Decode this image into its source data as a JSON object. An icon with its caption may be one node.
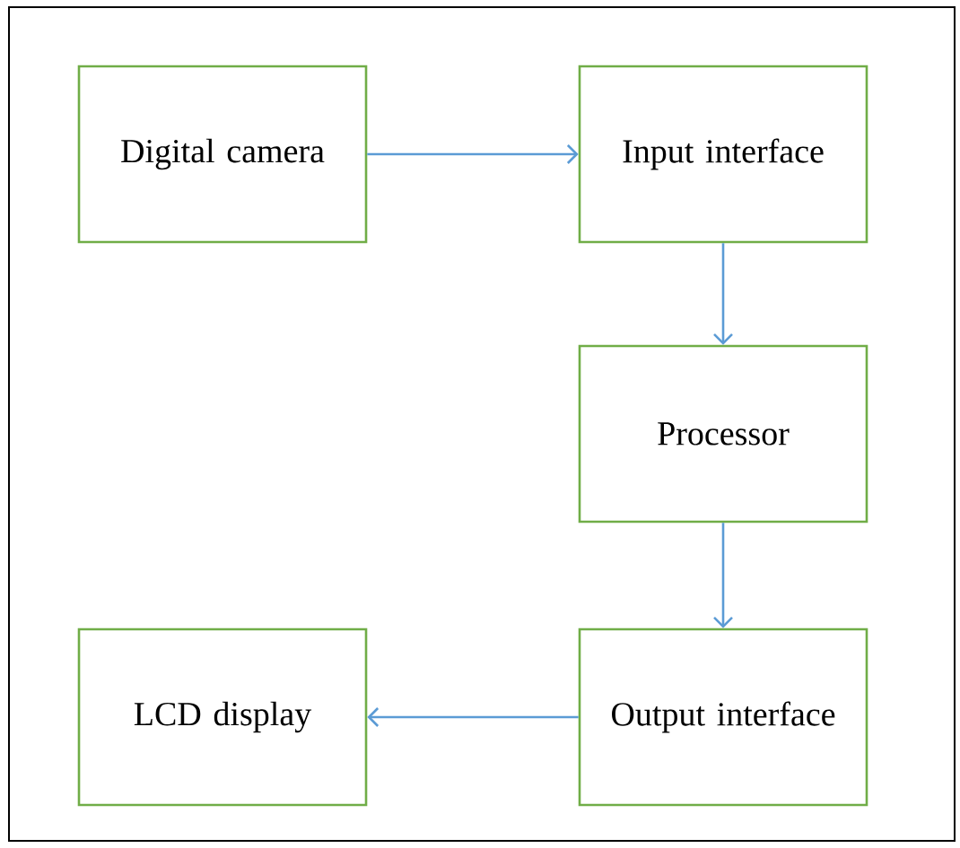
{
  "diagram": {
    "nodes": [
      {
        "text": [
          "Digital camera"
        ]
      },
      {
        "text": [
          "Input interface"
        ]
      },
      {
        "text": [
          "Processor"
        ]
      },
      {
        "text": [
          "Output interface"
        ]
      },
      {
        "text": [
          "LCD display"
        ]
      }
    ],
    "edges": [
      {
        "from": 0,
        "to": 1,
        "arrow": "to"
      },
      {
        "from": 1,
        "to": 2,
        "arrow": "to"
      },
      {
        "from": 2,
        "to": 3,
        "arrow": "to"
      },
      {
        "from": 3,
        "to": 4,
        "arrow": "to"
      }
    ]
  }
}
